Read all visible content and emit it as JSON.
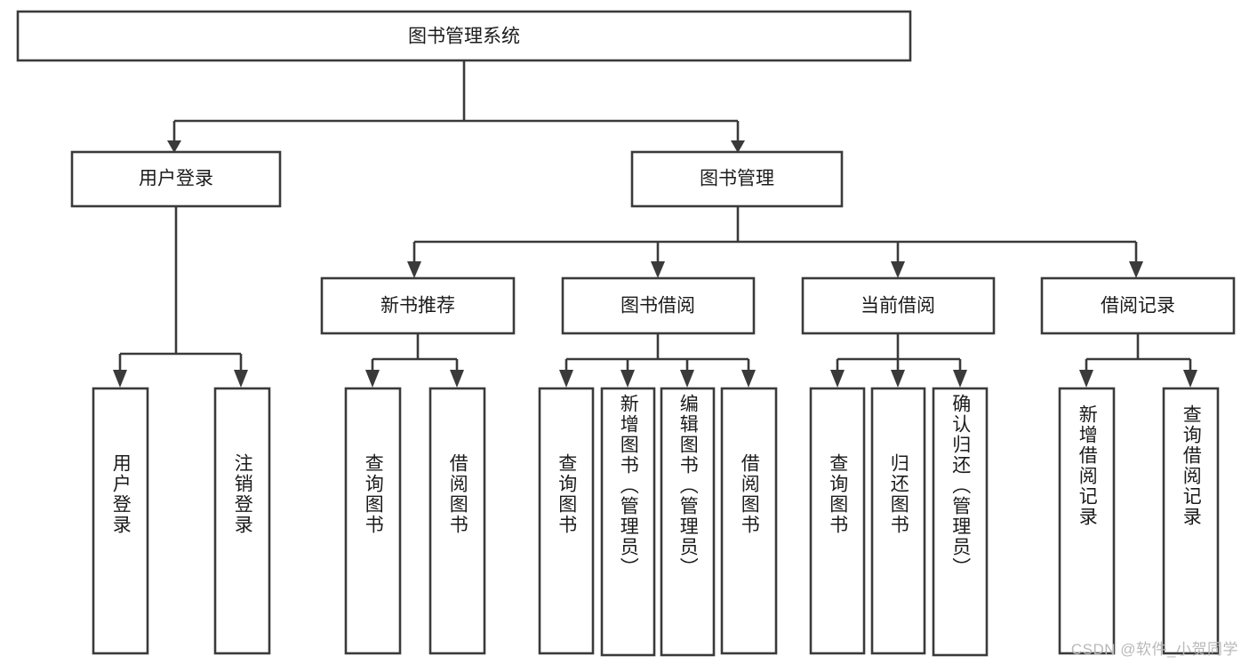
{
  "diagram": {
    "type": "tree-hierarchy",
    "title": "图书管理系统",
    "watermark": "CSDN @软件_小贺同学",
    "colors": {
      "box_fill": "#ffffff",
      "box_stroke": "#3a3a3a",
      "text": "#1b1b1b",
      "watermark": "#b9b9b9",
      "background": "#ffffff"
    },
    "root": {
      "label": "图书管理系统",
      "orientation": "horizontal"
    },
    "level1": [
      {
        "label": "用户登录",
        "orientation": "horizontal"
      },
      {
        "label": "图书管理",
        "orientation": "horizontal"
      }
    ],
    "level2": [
      {
        "label": "新书推荐",
        "orientation": "horizontal",
        "parent": "图书管理"
      },
      {
        "label": "图书借阅",
        "orientation": "horizontal",
        "parent": "图书管理"
      },
      {
        "label": "当前借阅",
        "orientation": "horizontal",
        "parent": "图书管理"
      },
      {
        "label": "借阅记录",
        "orientation": "horizontal",
        "parent": "图书管理"
      }
    ],
    "leaves": {
      "user_login": [
        {
          "label": "用户登录",
          "orientation": "vertical"
        },
        {
          "label": "注销登录",
          "orientation": "vertical"
        }
      ],
      "new_book_recommend": [
        {
          "label": "查询图书",
          "orientation": "vertical"
        },
        {
          "label": "借阅图书",
          "orientation": "vertical"
        }
      ],
      "book_borrow": [
        {
          "label": "查询图书",
          "orientation": "vertical"
        },
        {
          "label": "新增图书（管理员）",
          "orientation": "vertical"
        },
        {
          "label": "编辑图书（管理员）",
          "orientation": "vertical"
        },
        {
          "label": "借阅图书",
          "orientation": "vertical"
        }
      ],
      "current_borrow": [
        {
          "label": "查询图书",
          "orientation": "vertical"
        },
        {
          "label": "归还图书",
          "orientation": "vertical"
        },
        {
          "label": "确认归还（管理员）",
          "orientation": "vertical"
        }
      ],
      "borrow_record": [
        {
          "label": "新增借阅记录",
          "orientation": "vertical"
        },
        {
          "label": "查询借阅记录",
          "orientation": "vertical"
        }
      ]
    }
  }
}
